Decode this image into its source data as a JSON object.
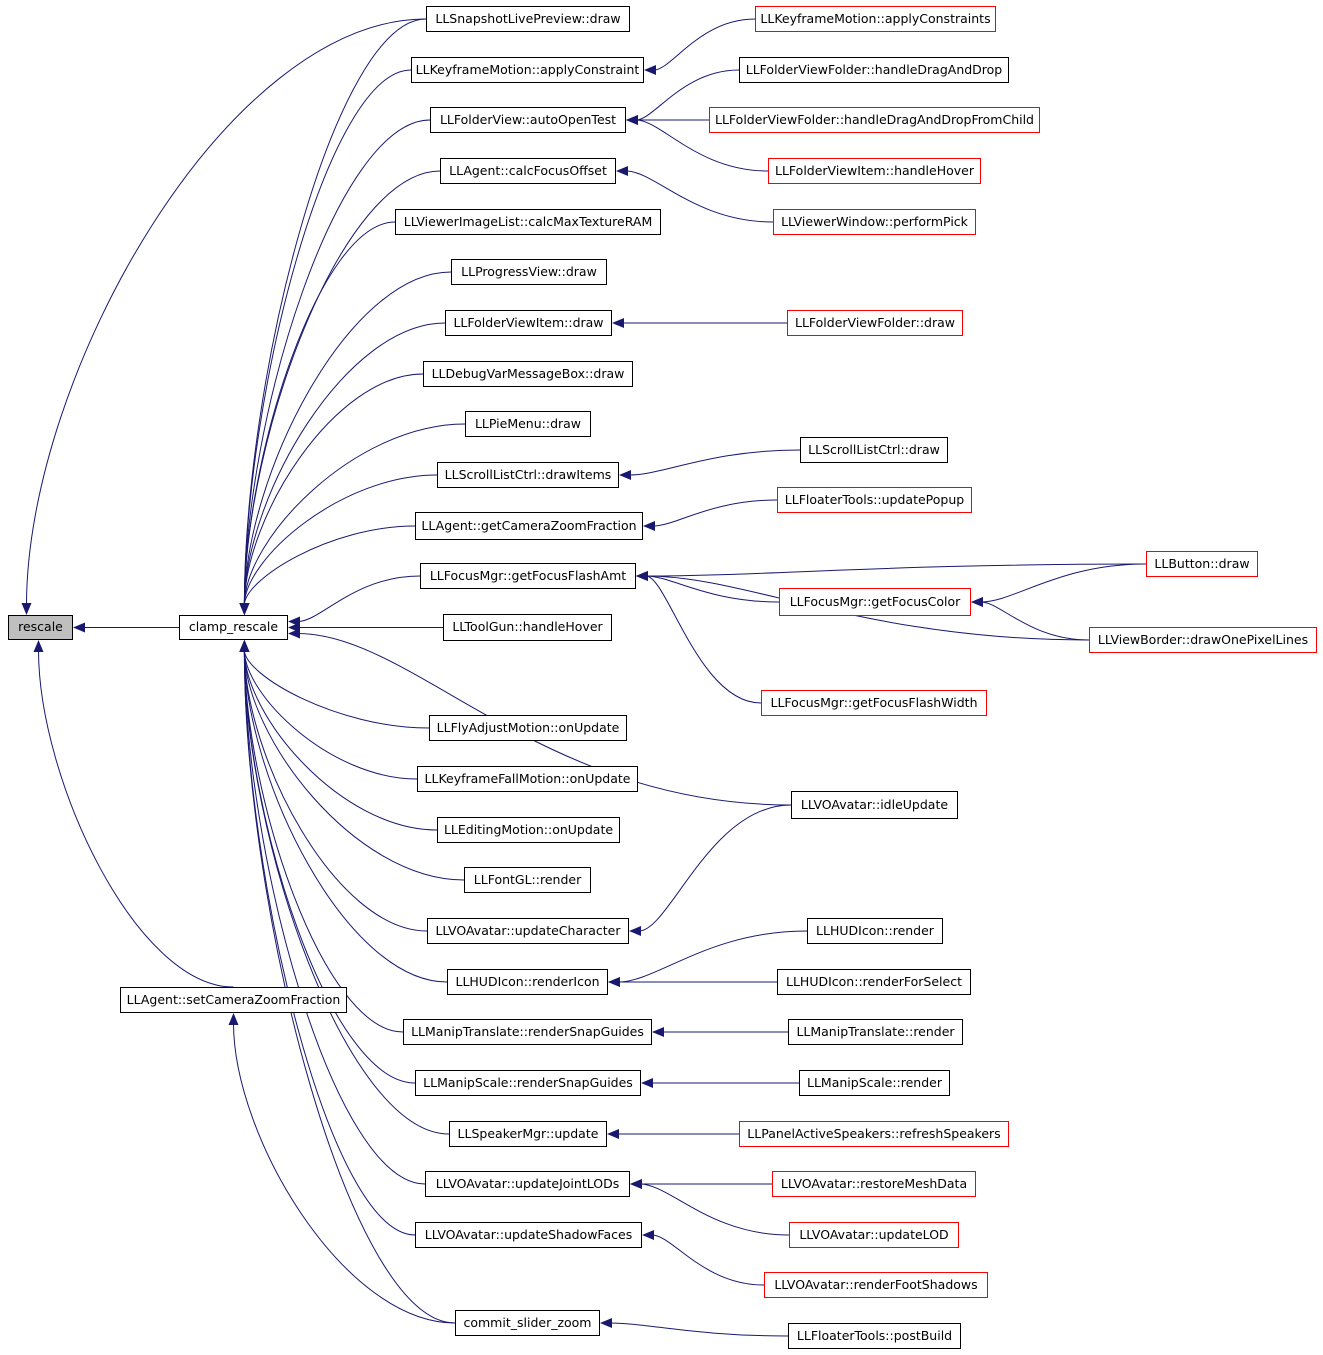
{
  "graph": {
    "root": "rescale",
    "colors": {
      "edge": "#191970",
      "node_border": "#000000",
      "external_node_border": "#ff0000",
      "root_fill": "#bfbfbf"
    },
    "nodes": [
      {
        "id": "rescale",
        "label": "rescale",
        "root": true
      },
      {
        "id": "clamp_rescale",
        "label": "clamp_rescale"
      },
      {
        "id": "setCameraZoomFraction",
        "label": "LLAgent::setCameraZoomFraction"
      },
      {
        "id": "snapshotDraw",
        "label": "LLSnapshotLivePreview::draw"
      },
      {
        "id": "kfApplyConstraint",
        "label": "LLKeyframeMotion::applyConstraint"
      },
      {
        "id": "autoOpenTest",
        "label": "LLFolderView::autoOpenTest"
      },
      {
        "id": "calcFocusOffset",
        "label": "LLAgent::calcFocusOffset"
      },
      {
        "id": "calcMaxTextureRAM",
        "label": "LLViewerImageList::calcMaxTextureRAM"
      },
      {
        "id": "progressDraw",
        "label": "LLProgressView::draw"
      },
      {
        "id": "folderItemDraw",
        "label": "LLFolderViewItem::draw"
      },
      {
        "id": "debugVarDraw",
        "label": "LLDebugVarMessageBox::draw"
      },
      {
        "id": "pieMenuDraw",
        "label": "LLPieMenu::draw"
      },
      {
        "id": "drawItems",
        "label": "LLScrollListCtrl::drawItems"
      },
      {
        "id": "getCameraZoomFraction",
        "label": "LLAgent::getCameraZoomFraction"
      },
      {
        "id": "getFocusFlashAmt",
        "label": "LLFocusMgr::getFocusFlashAmt"
      },
      {
        "id": "toolGunHover",
        "label": "LLToolGun::handleHover"
      },
      {
        "id": "flyAdjust",
        "label": "LLFlyAdjustMotion::onUpdate"
      },
      {
        "id": "kfFall",
        "label": "LLKeyframeFallMotion::onUpdate"
      },
      {
        "id": "editingMotion",
        "label": "LLEditingMotion::onUpdate"
      },
      {
        "id": "fontRender",
        "label": "LLFontGL::render"
      },
      {
        "id": "updateCharacter",
        "label": "LLVOAvatar::updateCharacter"
      },
      {
        "id": "renderIcon",
        "label": "LLHUDIcon::renderIcon"
      },
      {
        "id": "translateSnap",
        "label": "LLManipTranslate::renderSnapGuides"
      },
      {
        "id": "scaleSnap",
        "label": "LLManipScale::renderSnapGuides"
      },
      {
        "id": "speakerUpdate",
        "label": "LLSpeakerMgr::update"
      },
      {
        "id": "updateJointLODs",
        "label": "LLVOAvatar::updateJointLODs"
      },
      {
        "id": "updateShadowFaces",
        "label": "LLVOAvatar::updateShadowFaces"
      },
      {
        "id": "commitSliderZoom",
        "label": "commit_slider_zoom"
      },
      {
        "id": "kfApplyConstraints",
        "label": "LLKeyframeMotion::applyConstraints",
        "external": true
      },
      {
        "id": "handleDragAndDrop",
        "label": "LLFolderViewFolder::handleDragAndDrop"
      },
      {
        "id": "handleDragAndDropFromChild",
        "label": "LLFolderViewFolder::handleDragAndDropFromChild",
        "external": true
      },
      {
        "id": "folderItemHover",
        "label": "LLFolderViewItem::handleHover",
        "external": true
      },
      {
        "id": "performPick",
        "label": "LLViewerWindow::performPick",
        "external": true
      },
      {
        "id": "folderFolderDraw",
        "label": "LLFolderViewFolder::draw",
        "external": true
      },
      {
        "id": "scrollListDraw",
        "label": "LLScrollListCtrl::draw"
      },
      {
        "id": "updatePopup",
        "label": "LLFloaterTools::updatePopup",
        "external": true
      },
      {
        "id": "buttonDraw",
        "label": "LLButton::draw",
        "external": true
      },
      {
        "id": "getFocusColor",
        "label": "LLFocusMgr::getFocusColor",
        "external": true
      },
      {
        "id": "drawOnePixelLines",
        "label": "LLViewBorder::drawOnePixelLines",
        "external": true
      },
      {
        "id": "getFocusFlashWidth",
        "label": "LLFocusMgr::getFocusFlashWidth",
        "external": true
      },
      {
        "id": "idleUpdate",
        "label": "LLVOAvatar::idleUpdate"
      },
      {
        "id": "hudRender",
        "label": "LLHUDIcon::render"
      },
      {
        "id": "hudRenderForSelect",
        "label": "LLHUDIcon::renderForSelect"
      },
      {
        "id": "translateRender",
        "label": "LLManipTranslate::render"
      },
      {
        "id": "scaleRender",
        "label": "LLManipScale::render"
      },
      {
        "id": "refreshSpeakers",
        "label": "LLPanelActiveSpeakers::refreshSpeakers",
        "external": true
      },
      {
        "id": "restoreMeshData",
        "label": "LLVOAvatar::restoreMeshData",
        "external": true
      },
      {
        "id": "updateLOD",
        "label": "LLVOAvatar::updateLOD",
        "external": true
      },
      {
        "id": "renderFootShadows",
        "label": "LLVOAvatar::renderFootShadows",
        "external": true
      },
      {
        "id": "postBuild",
        "label": "LLFloaterTools::postBuild"
      }
    ],
    "edges": [
      [
        "clamp_rescale",
        "rescale"
      ],
      [
        "setCameraZoomFraction",
        "rescale"
      ],
      [
        "snapshotDraw",
        "rescale"
      ],
      [
        "snapshotDraw",
        "clamp_rescale"
      ],
      [
        "kfApplyConstraint",
        "clamp_rescale"
      ],
      [
        "autoOpenTest",
        "clamp_rescale"
      ],
      [
        "calcFocusOffset",
        "clamp_rescale"
      ],
      [
        "calcMaxTextureRAM",
        "clamp_rescale"
      ],
      [
        "progressDraw",
        "clamp_rescale"
      ],
      [
        "folderItemDraw",
        "clamp_rescale"
      ],
      [
        "debugVarDraw",
        "clamp_rescale"
      ],
      [
        "pieMenuDraw",
        "clamp_rescale"
      ],
      [
        "drawItems",
        "clamp_rescale"
      ],
      [
        "getCameraZoomFraction",
        "clamp_rescale"
      ],
      [
        "getFocusFlashAmt",
        "clamp_rescale"
      ],
      [
        "toolGunHover",
        "clamp_rescale"
      ],
      [
        "idleUpdate",
        "clamp_rescale"
      ],
      [
        "flyAdjust",
        "clamp_rescale"
      ],
      [
        "kfFall",
        "clamp_rescale"
      ],
      [
        "editingMotion",
        "clamp_rescale"
      ],
      [
        "fontRender",
        "clamp_rescale"
      ],
      [
        "updateCharacter",
        "clamp_rescale"
      ],
      [
        "renderIcon",
        "clamp_rescale"
      ],
      [
        "translateSnap",
        "clamp_rescale"
      ],
      [
        "scaleSnap",
        "clamp_rescale"
      ],
      [
        "speakerUpdate",
        "clamp_rescale"
      ],
      [
        "updateJointLODs",
        "clamp_rescale"
      ],
      [
        "updateShadowFaces",
        "clamp_rescale"
      ],
      [
        "commitSliderZoom",
        "clamp_rescale"
      ],
      [
        "commitSliderZoom",
        "setCameraZoomFraction"
      ],
      [
        "kfApplyConstraints",
        "kfApplyConstraint"
      ],
      [
        "handleDragAndDrop",
        "autoOpenTest"
      ],
      [
        "handleDragAndDropFromChild",
        "autoOpenTest"
      ],
      [
        "folderItemHover",
        "autoOpenTest"
      ],
      [
        "performPick",
        "calcFocusOffset"
      ],
      [
        "folderFolderDraw",
        "folderItemDraw"
      ],
      [
        "scrollListDraw",
        "drawItems"
      ],
      [
        "updatePopup",
        "getCameraZoomFraction"
      ],
      [
        "buttonDraw",
        "getFocusFlashAmt"
      ],
      [
        "getFocusColor",
        "getFocusFlashAmt"
      ],
      [
        "drawOnePixelLines",
        "getFocusFlashAmt"
      ],
      [
        "getFocusFlashWidth",
        "getFocusFlashAmt"
      ],
      [
        "buttonDraw",
        "getFocusColor"
      ],
      [
        "drawOnePixelLines",
        "getFocusColor"
      ],
      [
        "idleUpdate",
        "updateCharacter"
      ],
      [
        "hudRender",
        "renderIcon"
      ],
      [
        "hudRenderForSelect",
        "renderIcon"
      ],
      [
        "translateRender",
        "translateSnap"
      ],
      [
        "scaleRender",
        "scaleSnap"
      ],
      [
        "refreshSpeakers",
        "speakerUpdate"
      ],
      [
        "restoreMeshData",
        "updateJointLODs"
      ],
      [
        "updateLOD",
        "updateJointLODs"
      ],
      [
        "renderFootShadows",
        "updateShadowFaces"
      ],
      [
        "postBuild",
        "commitSliderZoom"
      ]
    ]
  }
}
